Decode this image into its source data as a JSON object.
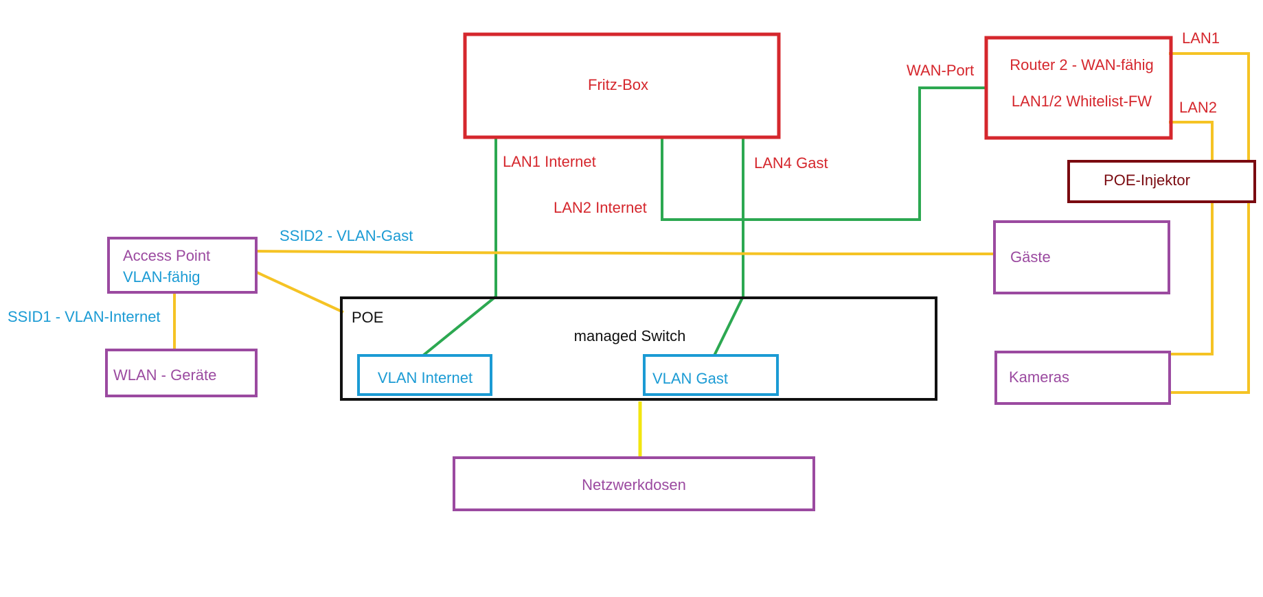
{
  "colors": {
    "red": "#d5272d",
    "purple": "#9b4aa0",
    "blue": "#1b9bd4",
    "black": "#111111",
    "darkred": "#7a0a10",
    "green": "#2ca851",
    "yellow": "#f5c324",
    "bright_yellow": "#f2e60f"
  },
  "boxes": {
    "fritzbox": "Fritz-Box",
    "router2_line1": "Router 2 - WAN-fähig",
    "router2_line2": "LAN1/2 Whitelist-FW",
    "poe_injector": "POE-Injektor",
    "access_point_line1": "Access Point",
    "access_point_line2": "VLAN-fähig",
    "gaeste": "Gäste",
    "wlan_geraete": "WLAN - Geräte",
    "switch_poe": "POE",
    "switch_title": "managed Switch",
    "vlan_internet": "VLAN Internet",
    "vlan_gast": "VLAN Gast",
    "kameras": "Kameras",
    "netzwerkdosen": "Netzwerkdosen"
  },
  "labels": {
    "lan1_internet": "LAN1 Internet",
    "lan2_internet": "LAN2 Internet",
    "lan4_gast": "LAN4 Gast",
    "wan_port": "WAN-Port",
    "lan1": "LAN1",
    "lan2": "LAN2",
    "ssid2": "SSID2 - VLAN-Gast",
    "ssid1": "SSID1 - VLAN-Internet"
  }
}
